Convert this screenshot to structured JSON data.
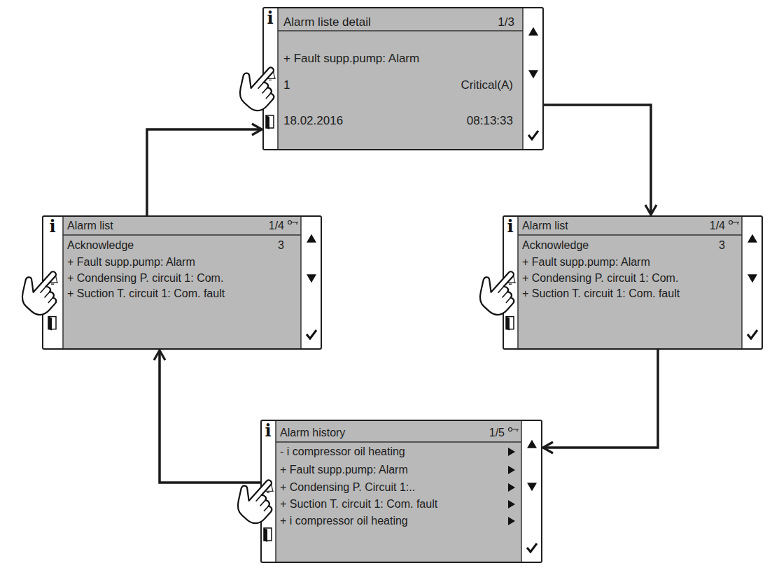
{
  "diagram": {
    "nodes": [
      {
        "text": [
          "Alarm liste detail",
          "1/3",
          "+ Fault supp.pump: Alarm",
          "1",
          "Critical(A)",
          "18.02.2016",
          "08:13:33"
        ]
      },
      {
        "text": [
          "Alarm list",
          "1/4",
          "Acknowledge",
          "3",
          "+ Fault supp.pump: Alarm",
          "+ Condensing P. circuit 1: Com.",
          "+ Suction T. circuit 1: Com. fault"
        ]
      },
      {
        "text": [
          "Alarm history",
          "1/5",
          "- i compressor oil heating",
          "+ Fault supp.pump: Alarm",
          "+ Condensing P. Circuit 1:..",
          "+ Suction T. circuit 1: Com. fault",
          "+ i compressor oil heating"
        ]
      },
      {
        "text": [
          "Alarm list",
          "1/4",
          "Acknowledge",
          "3",
          "+ Fault supp.pump: Alarm",
          "+ Condensing P. circuit 1: Com.",
          "+ Suction T. circuit 1: Com. fault"
        ]
      }
    ],
    "edges": [
      {
        "from": 0,
        "to": 1,
        "arrow": "to"
      },
      {
        "from": 1,
        "to": 2,
        "arrow": "to"
      },
      {
        "from": 2,
        "to": 3,
        "arrow": "to"
      },
      {
        "from": 3,
        "to": 0,
        "arrow": "to"
      }
    ],
    "labels": [
      "i",
      "i",
      "i",
      "i"
    ]
  }
}
